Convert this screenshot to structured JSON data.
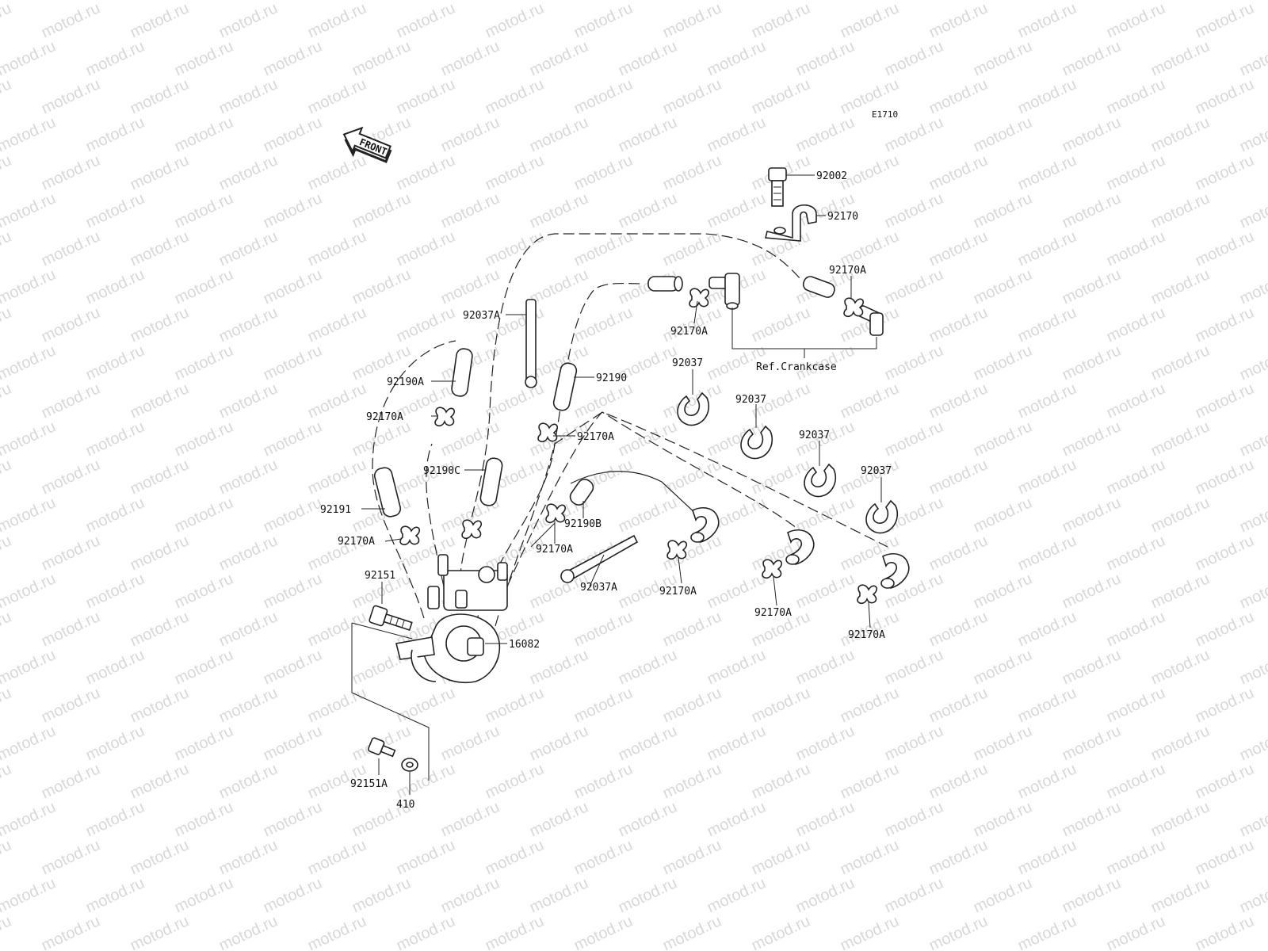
{
  "watermark": {
    "text": "motod.ru",
    "color": "#d8d8d8"
  },
  "diagram_code": "E1710",
  "front_marker": "FRONT",
  "reference_label": "Ref.Crankcase",
  "callouts": {
    "p92002": "92002",
    "p92170": "92170",
    "p92170A_top": "92170A",
    "p92170A_mid": "92170A",
    "p92037A_top": "92037A",
    "p92190A": "92190A",
    "p92190": "92190",
    "p92170A_l1": "92170A",
    "p92170A_c1": "92170A",
    "p92037_1": "92037",
    "p92037_2": "92037",
    "p92037_3": "92037",
    "p92037_4": "92037",
    "p92190C": "92190C",
    "p92190B": "92190B",
    "p92191": "92191",
    "p92170A_l2": "92170A",
    "p92170A_c2": "92170A",
    "p92037A_bot": "92037A",
    "p92170A_b1": "92170A",
    "p92170A_b2": "92170A",
    "p92170A_b3": "92170A",
    "p92151": "92151",
    "p16082": "16082",
    "p92151A": "92151A",
    "p410": "410"
  }
}
